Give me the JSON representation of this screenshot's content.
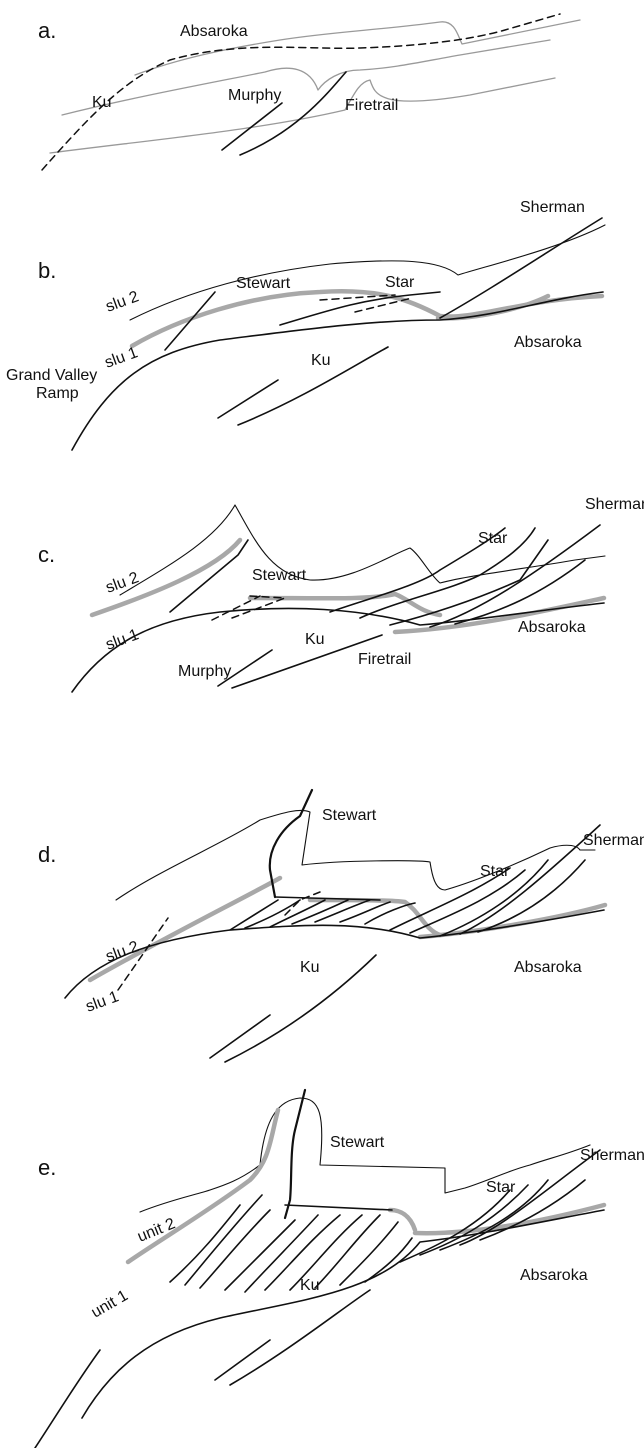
{
  "panels": {
    "a": {
      "label": "a.",
      "names": {
        "absaroka": "Absaroka",
        "ku": "Ku",
        "murphy": "Murphy",
        "firetrail": "Firetrail"
      }
    },
    "b": {
      "label": "b.",
      "names": {
        "sherman": "Sherman",
        "stewart": "Stewart",
        "star": "Star",
        "slu2": "slu 2",
        "slu1": "slu 1",
        "absaroka": "Absaroka",
        "ku": "Ku",
        "grand_valley_1": "Grand Valley",
        "grand_valley_2": "Ramp"
      }
    },
    "c": {
      "label": "c.",
      "names": {
        "sherman": "Sherman",
        "star": "Star",
        "stewart": "Stewart",
        "slu2": "slu 2",
        "slu1": "slu 1",
        "absaroka": "Absaroka",
        "ku": "Ku",
        "murphy": "Murphy",
        "firetrail": "Firetrail"
      }
    },
    "d": {
      "label": "d.",
      "names": {
        "stewart": "Stewart",
        "sherman": "Sherman",
        "star": "Star",
        "slu2": "slu 2",
        "slu1": "slu 1",
        "absaroka": "Absaroka",
        "ku": "Ku"
      }
    },
    "e": {
      "label": "e.",
      "names": {
        "stewart": "Stewart",
        "sherman": "Sherman",
        "star": "Star",
        "unit2": "unit 2",
        "unit1": "unit 1",
        "absaroka": "Absaroka",
        "ku": "Ku"
      }
    }
  }
}
